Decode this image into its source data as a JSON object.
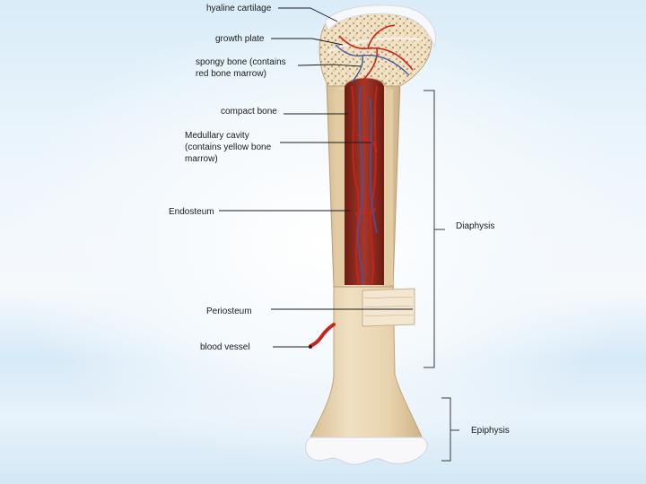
{
  "labels": {
    "hyaline_cartilage": "hyaline cartilage",
    "growth_plate": "growth plate",
    "spongy_bone": "spongy bone (contains\nred bone marrow)",
    "compact_bone": "compact bone",
    "medullary_cavity": "Medullary cavity\n(contains yellow bone\nmarrow)",
    "endosteum": "Endosteum",
    "periosteum": "Periosteum",
    "blood_vessel": "blood vessel",
    "diaphysis": "Diaphysis",
    "epiphysis": "Epiphysis"
  },
  "colors": {
    "bone": "#ead7b4",
    "bone_shade": "#d8bf95",
    "marrow": "#8f2a1c",
    "artery": "#c8241c",
    "vein": "#3f57a6",
    "cartilage": "#f7f8fb",
    "leader_line": "#1a1a1a"
  }
}
